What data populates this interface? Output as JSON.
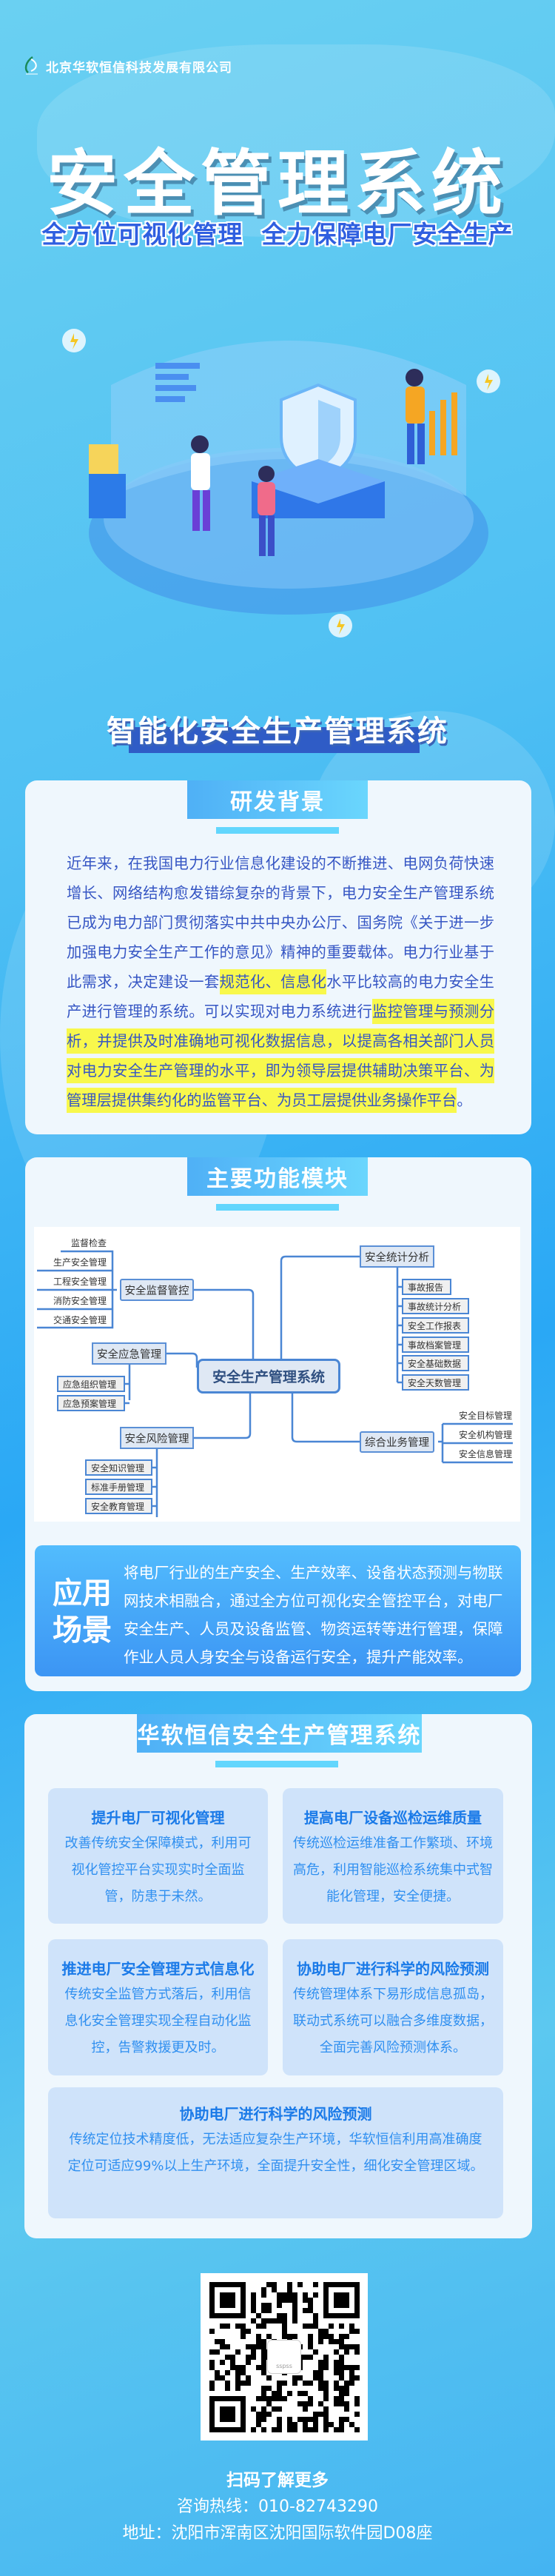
{
  "company": {
    "name": "北京华软恒信科技发展有限公司",
    "logo_text": "sspss"
  },
  "hero": {
    "title": "安全管理系统",
    "subtitle": "全方位可视化管理  全力保障电厂安全生产"
  },
  "section_heading": "智能化安全生产管理系统",
  "background": {
    "title": "研发背景",
    "segments": [
      {
        "text": "近年来，在我国电力行业信息化建设的不断推进、电网负荷快速增长、网络结构愈发错综复杂的背景下，电力安全生产管理系统已成为电力部门贯彻落实中共中央办公厅、国务院《关于进一步加强电力安全生产工作的意见》精神的重要载体。电力行业基于此需求，决定建设一套",
        "highlight": false
      },
      {
        "text": "规范化、信息化",
        "highlight": true
      },
      {
        "text": "水平比较高的电力安全生产进行管理的系统。可以实现对电力系统进行",
        "highlight": false
      },
      {
        "text": "监控管理与预测分析，并提供及时准确地可视化数据信息，以提高各相关部门人员对电力安全生产管理的水平，即为领导层提供辅助决策平台、为管理层提供集约化的监管平台、为员工层提供业务操作平台",
        "highlight": true
      },
      {
        "text": "。",
        "highlight": false
      }
    ]
  },
  "modules": {
    "title": "主要功能模块",
    "center": "安全生产管理系统",
    "branches": [
      {
        "name": "安全监督管控",
        "children": [
          "监督检查",
          "生产安全管理",
          "工程安全管理",
          "消防安全管理",
          "交通安全管理"
        ]
      },
      {
        "name": "安全应急管理",
        "children": [
          "应急组织管理",
          "应急预案管理"
        ]
      },
      {
        "name": "安全风险管理",
        "children": [
          "安全知识管理",
          "标准手册管理",
          "安全教育管理"
        ]
      },
      {
        "name": "安全统计分析",
        "children": [
          "事故报告",
          "事故统计分析",
          "安全工作报表",
          "事故档案管理",
          "安全基础数据",
          "安全天数管理"
        ]
      },
      {
        "name": "综合业务管理",
        "children": [
          "安全目标管理",
          "安全机构管理",
          "安全信息管理"
        ]
      }
    ]
  },
  "application": {
    "label_line1": "应用",
    "label_line2": "场景",
    "text": "将电厂行业的生产安全、生产效率、设备状态预测与物联网技术相融合，通过全方位可视化安全管控平台，对电厂安全生产、人员及设备监管、物资运转等进行管理，保障作业人员人身安全与设备运行安全，提升产能效率。"
  },
  "features": {
    "title": "华软恒信安全生产管理系统",
    "cards": [
      {
        "title": "提升电厂可视化管理",
        "body": "改善传统安全保障模式，利用可视化管控平台实现实时全面监管，防患于未然。"
      },
      {
        "title": "提高电厂设备巡检运维质量",
        "body": "传统巡检运维准备工作繁琐、环境高危，利用智能巡检系统集中式智能化管理，安全便捷。"
      },
      {
        "title": "推进电厂安全管理方式信息化",
        "body": "传统安全监管方式落后，利用信息化安全管理实现全程自动化监控，告警救援更及时。"
      },
      {
        "title": "协助电厂进行科学的风险预测",
        "body": "传统管理体系下易形成信息孤岛，联动式系统可以融合多维度数据，全面完善风险预测体系。"
      },
      {
        "title": "协助电厂进行科学的风险预测",
        "body": "传统定位技术精度低，无法适应复杂生产环境，华软恒信利用高准确度定位可适应99%以上生产环境，全面提升安全性，细化安全管理区域。"
      }
    ]
  },
  "footer": {
    "scan": "扫码了解更多",
    "hotline": "咨询热线：010-82743290",
    "address": "地址：沈阳市浑南区沈阳国际软件园D08座"
  }
}
